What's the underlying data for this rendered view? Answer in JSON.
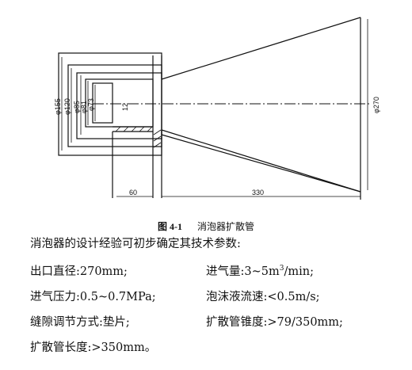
{
  "figure": {
    "dimensions": {
      "d155": "φ155",
      "d120": "φ120",
      "d85": "φ85",
      "d81": "φ81",
      "d73": "φ73",
      "d270": "φ270",
      "len60": "60",
      "len330": "330",
      "mark12": "12"
    },
    "caption_number": "图 4-1",
    "caption_title": "消泡器扩散管"
  },
  "text": {
    "intro": "消泡器的设计经验可初步确定其技术参数:",
    "outlet": "出口直径:270mm;",
    "intake_pre": "进气量:3~5m",
    "intake_sup": "3",
    "intake_post": "/min;",
    "pressure": "进气压力:0.5~0.7MPa;",
    "foam_speed": "泡沫液流速:<0.5m/s;",
    "gap": "缝隙调节方式:垫片;",
    "taper": "扩散管锥度:>79/350mm;",
    "length": "扩散管长度:>350mm。"
  }
}
